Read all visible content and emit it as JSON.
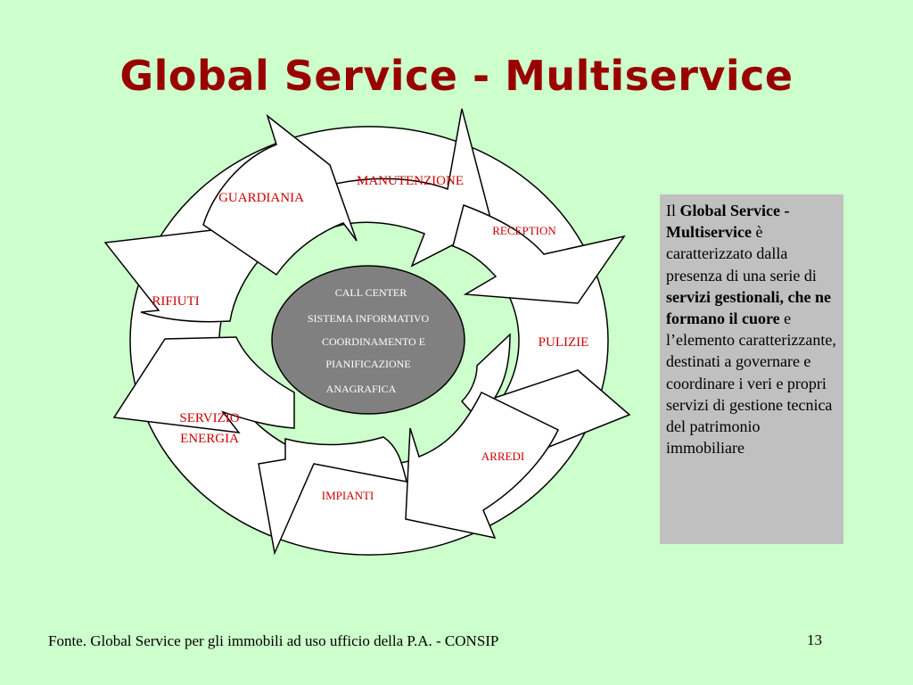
{
  "title": "Global Service - Multiservice",
  "cycle_labels": {
    "manutenzione": "MANUTENZIONE",
    "guardiania": "GUARDIANIA",
    "reception": "RECEPTION",
    "rifiuti": "RIFIUTI",
    "pulizie": "PULIZIE",
    "servizio": "SERVIZIO",
    "energia": "ENERGIA",
    "arredi": "ARREDI",
    "impianti": "IMPIANTI"
  },
  "core_items": [
    "CALL CENTER",
    "SISTEMA INFORMATIVO",
    "COORDINAMENTO E",
    "PIANIFICAZIONE",
    "ANAGRAFICA"
  ],
  "side_box": {
    "p1": "Il ",
    "b1": "Global Service - Multiservice",
    "p2": " è caratterizzato dalla presenza di una serie di ",
    "b2": "servizi gestionali, che ne formano il cuore",
    "p3": " e l’elemento caratterizzante, destinati a governare e coordinare i veri e propri servizi di gestione tecnica del patrimonio immobiliare"
  },
  "footer": {
    "source": "Fonte. Global Service per gli immobili ad uso ufficio della P.A. - CONSIP",
    "page_number": "13"
  },
  "colors": {
    "background": "#ccffcc",
    "title": "#990000",
    "labels": "#cc0000",
    "core": "#808080",
    "side_box": "#c0c0c0"
  }
}
